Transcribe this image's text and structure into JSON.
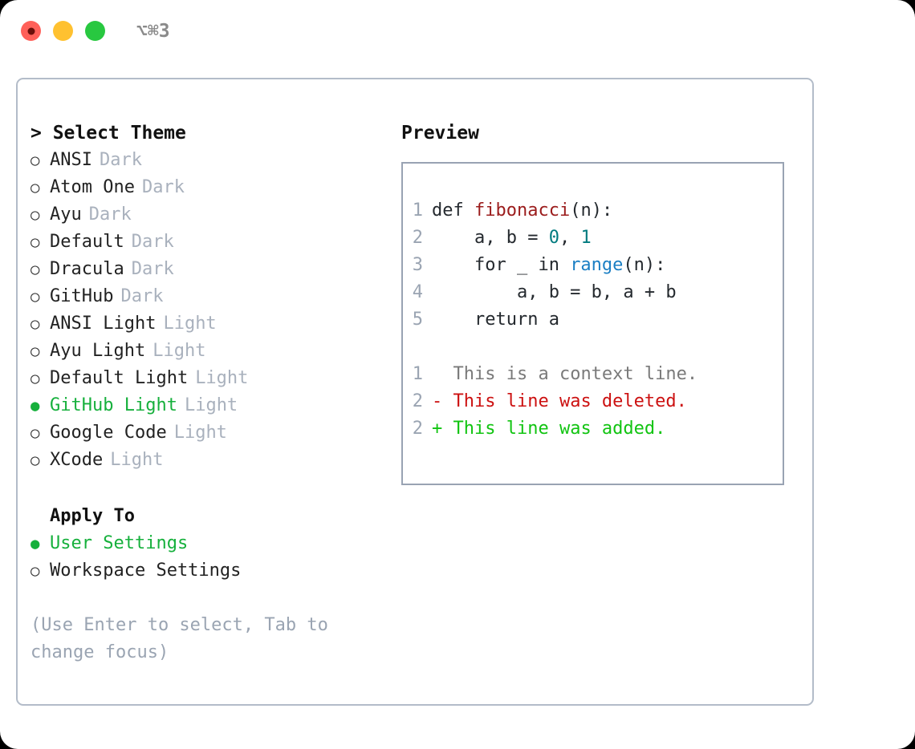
{
  "titlebar": {
    "shortcut": "⌥⌘3",
    "lights": [
      {
        "name": "close",
        "color": "#ff6059"
      },
      {
        "name": "minimize",
        "color": "#ffc130"
      },
      {
        "name": "maximize",
        "color": "#28c840"
      }
    ]
  },
  "theme_picker": {
    "title": "> Select Theme",
    "bullet_selected": "●",
    "bullet_unselected": "○",
    "items": [
      {
        "label": "ANSI",
        "variant": "Dark",
        "selected": false
      },
      {
        "label": "Atom One",
        "variant": "Dark",
        "selected": false
      },
      {
        "label": "Ayu",
        "variant": "Dark",
        "selected": false
      },
      {
        "label": "Default",
        "variant": "Dark",
        "selected": false
      },
      {
        "label": "Dracula",
        "variant": "Dark",
        "selected": false
      },
      {
        "label": "GitHub",
        "variant": "Dark",
        "selected": false
      },
      {
        "label": "ANSI Light",
        "variant": "Light",
        "selected": false
      },
      {
        "label": "Ayu Light",
        "variant": "Light",
        "selected": false
      },
      {
        "label": "Default Light",
        "variant": "Light",
        "selected": false
      },
      {
        "label": "GitHub Light",
        "variant": "Light",
        "selected": true
      },
      {
        "label": "Google Code",
        "variant": "Light",
        "selected": false
      },
      {
        "label": "XCode",
        "variant": "Light",
        "selected": false
      }
    ]
  },
  "apply_to": {
    "title": "Apply To",
    "items": [
      {
        "label": "User Settings",
        "selected": true
      },
      {
        "label": "Workspace Settings",
        "selected": false
      }
    ]
  },
  "hint": "(Use Enter to select, Tab to change focus)",
  "preview": {
    "title": "Preview",
    "code_lines": [
      {
        "no": "1",
        "parts": [
          {
            "text": "def ",
            "kind": "plain"
          },
          {
            "text": "fibonacci",
            "kind": "fn"
          },
          {
            "text": "(n):",
            "kind": "plain"
          }
        ]
      },
      {
        "no": "2",
        "parts": [
          {
            "text": "    a, b = ",
            "kind": "plain"
          },
          {
            "text": "0",
            "kind": "num"
          },
          {
            "text": ", ",
            "kind": "plain"
          },
          {
            "text": "1",
            "kind": "num"
          }
        ]
      },
      {
        "no": "3",
        "parts": [
          {
            "text": "    for _ in ",
            "kind": "plain"
          },
          {
            "text": "range",
            "kind": "builtin"
          },
          {
            "text": "(n):",
            "kind": "plain"
          }
        ]
      },
      {
        "no": "4",
        "parts": [
          {
            "text": "        a, b = b, a + b",
            "kind": "plain"
          }
        ]
      },
      {
        "no": "5",
        "parts": [
          {
            "text": "    return a",
            "kind": "plain"
          }
        ]
      }
    ],
    "diff_lines": [
      {
        "no": "1",
        "marker": "  ",
        "text": "This is a context line.",
        "kind": "ctx"
      },
      {
        "no": "2",
        "marker": "- ",
        "text": "This line was deleted.",
        "kind": "del"
      },
      {
        "no": "2",
        "marker": "+ ",
        "text": "This line was added.",
        "kind": "add"
      }
    ]
  },
  "colors": {
    "accent_green": "#16b03c",
    "muted": "#a9b1bd",
    "diff_add": "#11c411",
    "diff_del": "#cc1111",
    "token_fn": "#9b1c1c",
    "token_num": "#007b7f",
    "token_builtin": "#1b7fc4",
    "border": "#b3bcc9"
  }
}
